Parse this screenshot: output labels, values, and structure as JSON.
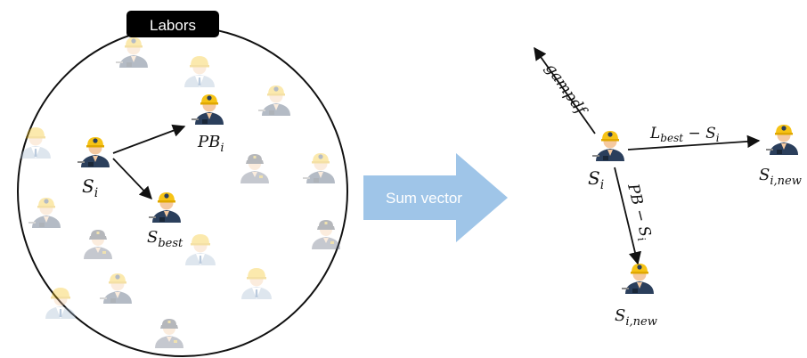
{
  "left_panel": {
    "title": "Labors",
    "labels": {
      "s_i": {
        "base": "S",
        "sub": "i"
      },
      "pb_i": {
        "base": "PB",
        "sub": "i"
      },
      "s_best": {
        "base": "S",
        "sub": "best"
      }
    }
  },
  "arrow_block": {
    "label": "Sum vector"
  },
  "right_panel": {
    "labels": {
      "s_i": {
        "base": "S",
        "sub": "i"
      },
      "gampdf": "gampdf",
      "lbest_minus": {
        "base": "L",
        "sub": "best",
        "rest": " − S",
        "rest_sub": "i"
      },
      "pb_minus": {
        "base": "PB − S",
        "sub": "i"
      },
      "s_new_right": {
        "base": "S",
        "sub": "i,new"
      },
      "s_new_bottom": {
        "base": "S",
        "sub": "i,new"
      }
    }
  },
  "colors": {
    "helmet": "#f6c316",
    "dark_blue": "#2b3f5c",
    "skin": "#f5c9a0",
    "faded_opacity": "0.35",
    "sum_arrow": "#9fc5e8",
    "tag_bg": "#000000",
    "tag_text": "#ffffff"
  }
}
